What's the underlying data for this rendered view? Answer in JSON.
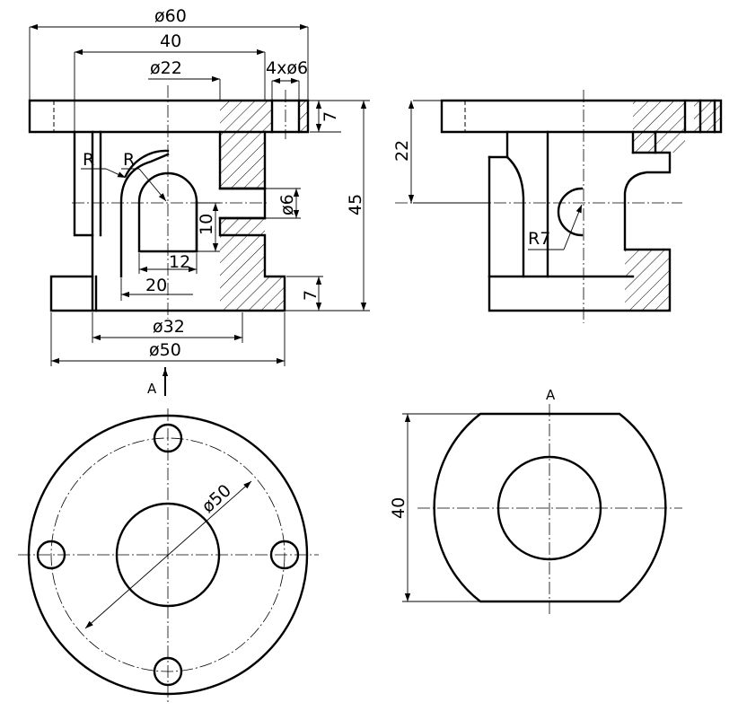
{
  "dimensions": {
    "d60": "ø60",
    "d40_top": "40",
    "d22": "ø22",
    "holes": "4xø6",
    "t7_top": "7",
    "r1": "R",
    "r2": "R",
    "h6": "ø6",
    "h10": "10",
    "h12": "12",
    "h20": "20",
    "h45": "45",
    "t7_bot": "7",
    "d32": "ø32",
    "d50": "ø50",
    "h22": "22",
    "r7": "R7",
    "bc50": "ø50",
    "w40": "40"
  },
  "views": {
    "arrow_label": "A",
    "view_label": "A"
  }
}
